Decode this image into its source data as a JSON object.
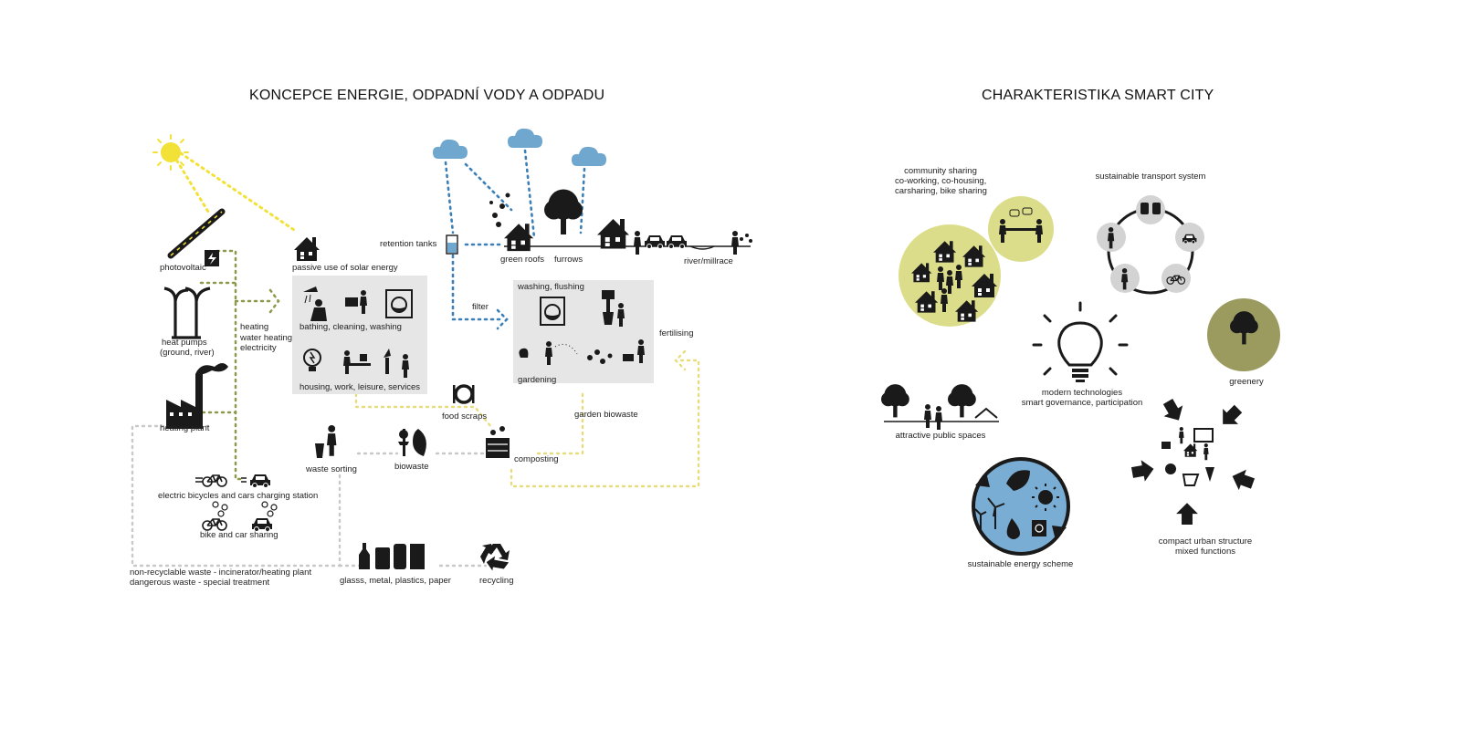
{
  "left": {
    "title": "KONCEPCE ENERGIE, ODPADNÍ VODY A ODPADU",
    "labels": {
      "photovoltaic": "photovoltaic",
      "heat_pumps_1": "heat pumps",
      "heat_pumps_2": "(ground, river)",
      "heating_plant": "heating plant",
      "heating_1": "heating",
      "heating_2": "water heating",
      "heating_3": "electricity",
      "passive_solar": "passive use of solar energy",
      "bathing": "bathing, cleaning, washing",
      "housing": "housing, work, leisure, services",
      "retention_tanks": "retention tanks",
      "green_roofs": "green roofs",
      "furrows": "furrows",
      "river": "river/millrace",
      "filter": "filter",
      "washing_flushing": "washing, flushing",
      "gardening": "gardening",
      "fertilising": "fertilising",
      "food_scraps": "food scraps",
      "garden_biowaste": "garden biowaste",
      "waste_sorting": "waste sorting",
      "biowaste": "biowaste",
      "composting": "composting",
      "ev_charging": "electric bicycles and cars charging station",
      "bike_car_sharing": "bike and car sharing",
      "non_recyclable_1": "non-recyclable waste - incinerator/heating plant",
      "non_recyclable_2": "dangerous waste - special treatment",
      "glass_metal": "glasss, metal, plastics, paper",
      "recycling": "recycling"
    }
  },
  "right": {
    "title": "CHARAKTERISTIKA SMART CITY",
    "labels": {
      "community_1": "community sharing",
      "community_2": "co-working, co-housing,",
      "community_3": "carsharing, bike sharing",
      "transport": "sustainable transport system",
      "modern_1": "modern technologies",
      "modern_2": "smart governance, participation",
      "greenery": "greenery",
      "public_spaces": "attractive public spaces",
      "energy_scheme": "sustainable energy scheme",
      "compact_1": "compact urban structure",
      "compact_2": "mixed functions"
    }
  },
  "colors": {
    "yellow": "#f2e136",
    "olive": "#8b9a4a",
    "blue_dots": "#3a7fb7",
    "grey_dots": "#c8c8c8",
    "lightyellow_dots": "#e8dc7a",
    "cloud": "#6fa7cf",
    "panel": "#e6e6e6",
    "circle_yellow": "#dcdd8a",
    "circle_olive": "#9b9b60",
    "circle_blue": "#79add3",
    "circle_grey": "#d3d3d3",
    "icon": "#1a1a1a"
  },
  "icons": [
    "sun-icon",
    "solar-panel-icon",
    "house-icon",
    "heat-pump-icon",
    "factory-icon",
    "cloud-icon",
    "tree-icon",
    "car-icon",
    "bicycle-icon",
    "person-icon",
    "washing-machine-icon",
    "toilet-icon",
    "lightbulb-icon",
    "recycle-icon",
    "bottle-icon",
    "compost-bin-icon",
    "leaf-icon",
    "plate-icon",
    "arrow-icon",
    "wind-turbine-icon",
    "water-drop-icon",
    "train-icon",
    "bus-icon",
    "walking-icon",
    "running-icon"
  ]
}
